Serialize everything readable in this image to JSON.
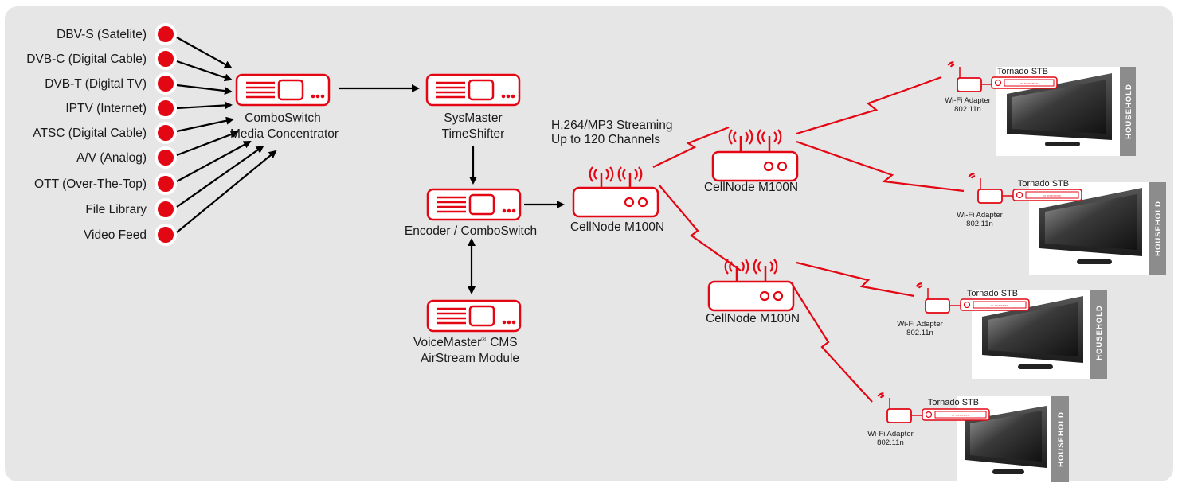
{
  "inputs": [
    "DBV-S (Satelite)",
    "DVB-C (Digital Cable)",
    "DVB-T (Digital TV)",
    "IPTV (Internet)",
    "ATSC (Digital Cable)",
    "A/V (Analog)",
    "OTT (Over-The-Top)",
    "File Library",
    "Video Feed"
  ],
  "combo": {
    "line1": "ComboSwitch",
    "line2": "Media Concentrator"
  },
  "sysmaster": {
    "line1": "SysMaster",
    "line2": "TimeShifter"
  },
  "encoder": {
    "label": "Encoder / ComboSwitch"
  },
  "voicemaster": {
    "line1_a": "VoiceMaster",
    "reg": "®",
    "line1_b": "CMS",
    "line2": "AirStream Module"
  },
  "streaming": {
    "line1": "H.264/MP3 Streaming",
    "line2": "Up to 120 Channels"
  },
  "cellnode_label": "CellNode M100N",
  "household": {
    "stb_label": "Tornado  STB",
    "adapter_line1": "Wi-Fi Adapter",
    "adapter_line2": "802.11n",
    "side_label": "HOUSEHOLD"
  },
  "colors": {
    "accent": "#e30613",
    "panel": "#e6e6e6",
    "side_tab": "#8c8c8c"
  }
}
